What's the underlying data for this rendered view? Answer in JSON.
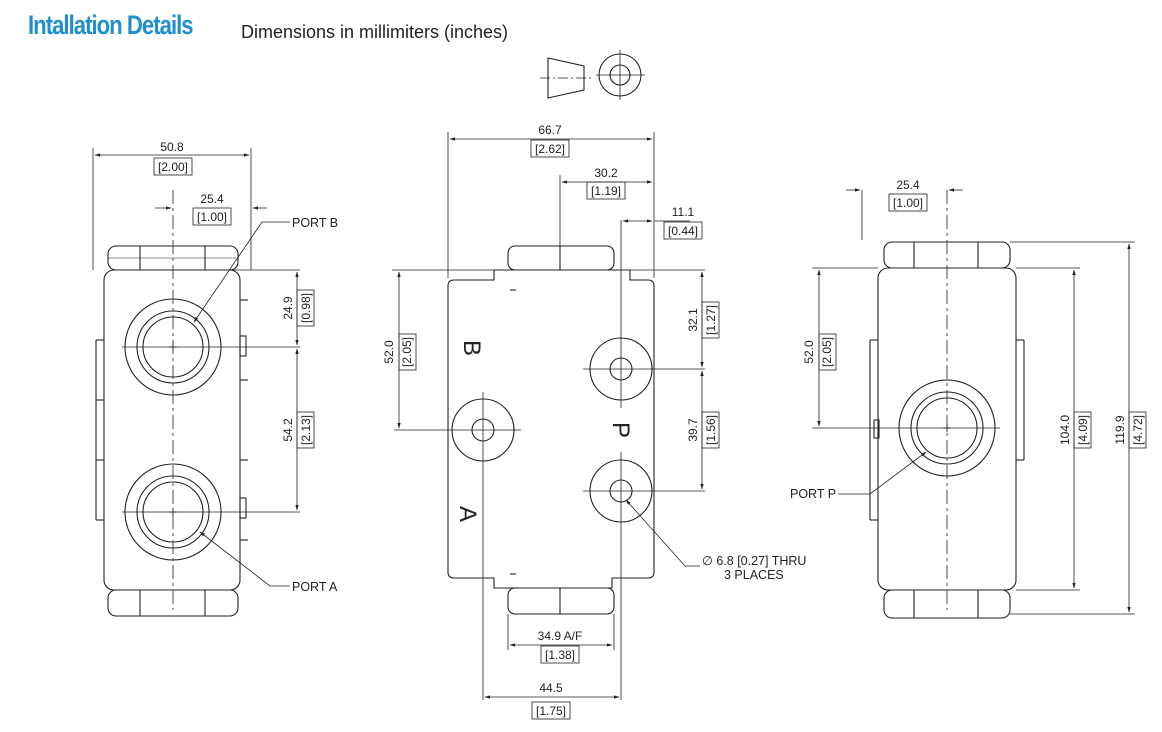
{
  "header": {
    "title": "Intallation Details",
    "subtitle": "Dimensions in millimiters (inches)"
  },
  "views": {
    "left": {
      "dim_width_mm": "50.8",
      "dim_width_in": "[2.00]",
      "dim_port_mm": "25.4",
      "dim_port_in": "[1.00]",
      "dim_top_mm": "24.9",
      "dim_top_in": "[0.98]",
      "dim_between_mm": "54.2",
      "dim_between_in": "[2.13]",
      "port_b": "PORT B",
      "port_a": "PORT A"
    },
    "center": {
      "dim_width_mm": "66.7",
      "dim_width_in": "[2.62]",
      "dim_right_mm": "30.2",
      "dim_right_in": "[1.19]",
      "dim_edge_mm": "11.1",
      "dim_edge_in": "[0.44]",
      "dim_left_mm": "52.0",
      "dim_left_in": "[2.05]",
      "dim_r1_mm": "32.1",
      "dim_r1_in": "[1.27]",
      "dim_r2_mm": "39.7",
      "dim_r2_in": "[1.56]",
      "dim_af_mm": "34.9 A/F",
      "dim_af_in": "[1.38]",
      "dim_bottom_mm": "44.5",
      "dim_bottom_in": "[1.75]",
      "letter_b": "B",
      "letter_p": "P",
      "letter_a": "A",
      "hole_note_1": "∅ 6.8 [0.27] THRU",
      "hole_note_2": "3 PLACES"
    },
    "right": {
      "dim_port_mm": "25.4",
      "dim_port_in": "[1.00]",
      "dim_left_mm": "52.0",
      "dim_left_in": "[2.05]",
      "dim_body_mm": "104.0",
      "dim_body_in": "[4.09]",
      "dim_total_mm": "119.9",
      "dim_total_in": "[4.72]",
      "port_p": "PORT P"
    }
  }
}
